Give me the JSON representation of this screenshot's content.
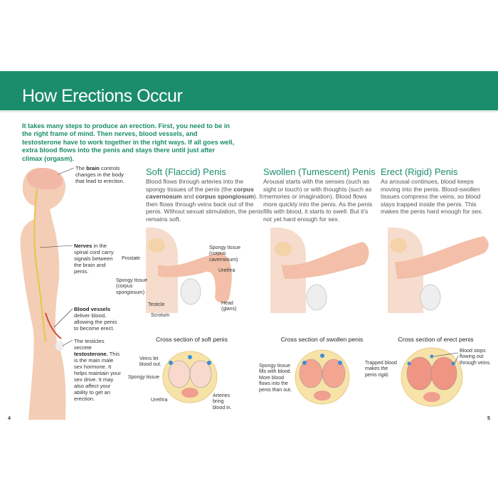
{
  "header": {
    "title": "How Erections Occur"
  },
  "intro": "It takes many steps to produce an erection. First, you need to be in the right frame of mind. Then nerves, blood vessels, and testosterone have to work together in the right ways. If all goes well, extra blood flows into the penis and stays there until just after climax (orgasm).",
  "body_labels": {
    "brain": {
      "bold": "brain",
      "pre": "The ",
      "post": " controls changes in the body that lead to erection."
    },
    "nerves": {
      "bold": "Nerves",
      "post": " in the spinal cord carry signals between the brain and penis."
    },
    "vessels": {
      "bold": "Blood vessels",
      "post": " deliver blood, allowing the penis to become erect."
    },
    "testosterone": {
      "pre": "The testicles secrete ",
      "bold": "testosterone.",
      "post": " This is the main male sex hormone. It helps maintain your sex drive. It may also affect your ability to get an erection."
    }
  },
  "soft": {
    "heading": "Soft (Flaccid) Penis",
    "text1": "Blood flows through arteries into the spongy tissues of the penis (the ",
    "b1": "corpus cavernosum",
    "text2": " and ",
    "b2": "corpus spongiosum",
    "text3": "). It then flows through veins back out of the penis. Without sexual stimulation, the penis remains soft.",
    "labels": {
      "prostate": "Prostate",
      "spongy_sp": "Spongy tissue (corpus spongiosum)",
      "testicle": "Testicle",
      "scrotum": "Scrotum",
      "spongy_cav": "Spongy tissue (corpus cavernosum)",
      "urethra": "Urethra",
      "head": "Head (glans)"
    },
    "cross_title": "Cross section of soft penis",
    "cross_labels": {
      "veins": "Veins let blood out.",
      "spongy": "Spongy tissue",
      "urethra": "Urethra",
      "arteries": "Arteries bring blood in."
    }
  },
  "swollen": {
    "heading": "Swollen (Tumescent) Penis",
    "text": "Arousal starts with the senses (such as sight or touch) or with thoughts (such as memories or imagination). Blood flows more quickly into the penis. As the penis fills with blood, it starts to swell. But it's not yet hard enough for sex.",
    "cross_title": "Cross section of swollen penis",
    "cross_label": "Spongy tissue fills with blood. More blood flows into the penis than out."
  },
  "erect": {
    "heading": "Erect (Rigid) Penis",
    "text": "As arousal continues, blood keeps moving into the penis. Blood-swollen tissues compress the veins, so blood stays trapped inside the penis. This makes the penis hard enough for sex.",
    "cross_title": "Cross section of erect penis",
    "cross_label1": "Trapped blood makes the penis rigid.",
    "cross_label2": "Blood stops flowing out through veins."
  },
  "pages": {
    "left": "4",
    "right": "5"
  },
  "colors": {
    "brand": "#1b8c6c",
    "skin": "#f3cdb5",
    "tissue": "#f0a89a",
    "fat": "#f7e3a8",
    "vein": "#3b8fd6"
  }
}
